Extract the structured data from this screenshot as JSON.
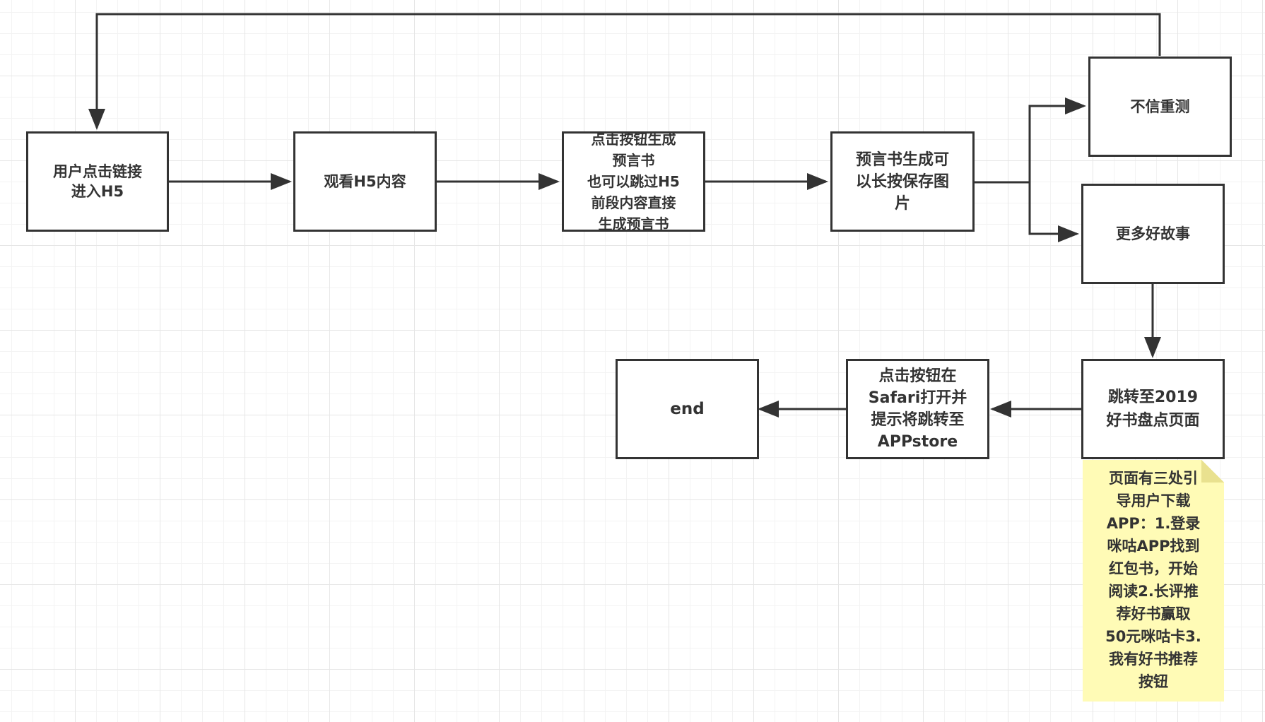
{
  "diagram": {
    "title": "",
    "colors": {
      "stroke": "#333333",
      "node_fill": "#ffffff",
      "note_fill": "#fffbb6",
      "grid": "#e6e6e6"
    },
    "nodes": [
      {
        "id": "enter-h5",
        "label": "用户点击链接\n进入H5"
      },
      {
        "id": "watch-h5",
        "label": "观看H5内容"
      },
      {
        "id": "generate-book",
        "label": "点击按钮生成\n预言书\n也可以跳过H5\n前段内容直接\n生成预言书"
      },
      {
        "id": "save-image",
        "label": "预言书生成可\n以长按保存图\n片"
      },
      {
        "id": "retest",
        "label": "不信重测"
      },
      {
        "id": "more-stories",
        "label": "更多好故事"
      },
      {
        "id": "jump-2019",
        "label": "跳转至2019\n好书盘点页面"
      },
      {
        "id": "open-safari",
        "label": "点击按钮在\nSafari打开并\n提示将跳转至\nAPPstore"
      },
      {
        "id": "end",
        "label": "end"
      }
    ],
    "note": {
      "id": "download-note",
      "label": "页面有三处引\n导用户下载\nAPP：1.登录\n咪咕APP找到\n红包书，开始\n阅读2.长评推\n荐好书赢取\n50元咪咕卡3.\n我有好书推荐\n按钮",
      "attached_to": "jump-2019"
    },
    "edges": [
      {
        "from": "enter-h5",
        "to": "watch-h5"
      },
      {
        "from": "watch-h5",
        "to": "generate-book"
      },
      {
        "from": "generate-book",
        "to": "save-image"
      },
      {
        "from": "save-image",
        "to": "retest"
      },
      {
        "from": "save-image",
        "to": "more-stories"
      },
      {
        "from": "retest",
        "to": "enter-h5"
      },
      {
        "from": "more-stories",
        "to": "jump-2019"
      },
      {
        "from": "jump-2019",
        "to": "open-safari"
      },
      {
        "from": "open-safari",
        "to": "end"
      }
    ]
  }
}
